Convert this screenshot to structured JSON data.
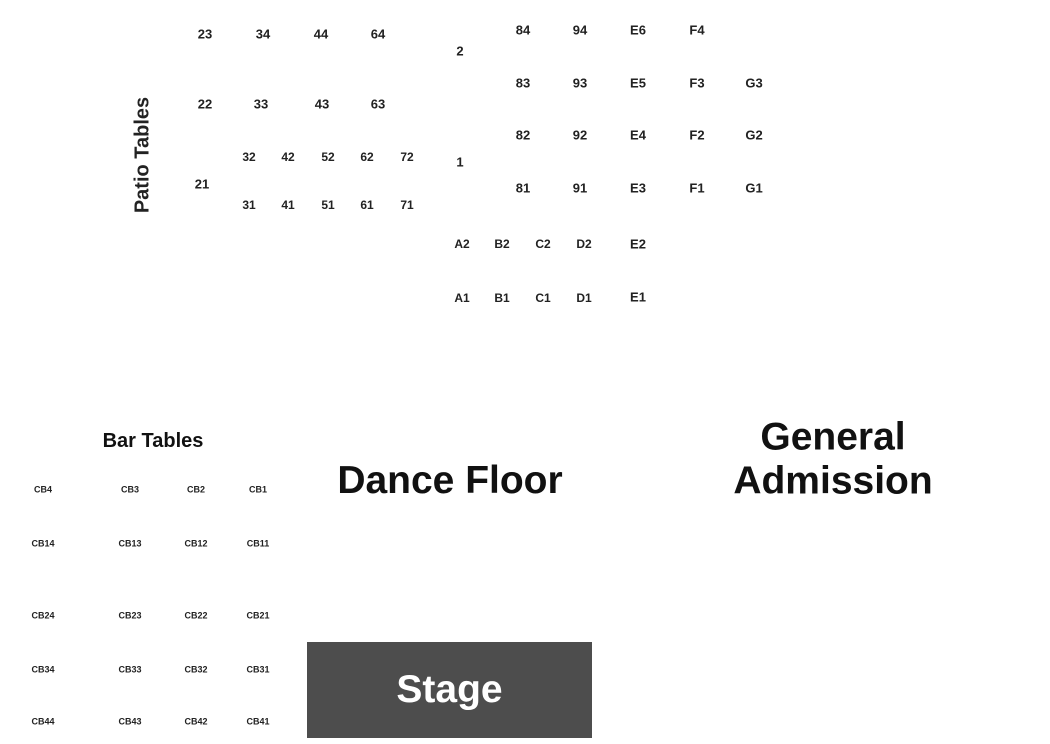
{
  "labels": {
    "patio_tables": "Patio Tables",
    "bar_tables": "Bar Tables",
    "dance_floor": "Dance Floor",
    "general_admission": "General Admission",
    "stage": "Stage"
  },
  "colors": {
    "stage_fill": "#4d4d4d",
    "stage_text": "#ffffff",
    "seat_text": "#222222"
  },
  "patio_tables": [
    "23",
    "34",
    "44",
    "64",
    "22",
    "33",
    "43",
    "63",
    "32",
    "42",
    "52",
    "62",
    "72",
    "21",
    "31",
    "41",
    "51",
    "61",
    "71"
  ],
  "center_tables": [
    "2",
    "1",
    "84",
    "94",
    "E6",
    "F4",
    "83",
    "93",
    "E5",
    "F3",
    "G3",
    "82",
    "92",
    "E4",
    "F2",
    "G2",
    "81",
    "91",
    "E3",
    "F1",
    "G1",
    "A2",
    "B2",
    "C2",
    "D2",
    "E2",
    "A1",
    "B1",
    "C1",
    "D1",
    "E1"
  ],
  "bar_tables": [
    "CB4",
    "CB3",
    "CB2",
    "CB1",
    "CB14",
    "CB13",
    "CB12",
    "CB11",
    "CB24",
    "CB23",
    "CB22",
    "CB21",
    "CB34",
    "CB33",
    "CB32",
    "CB31",
    "CB44",
    "CB43",
    "CB42",
    "CB41"
  ]
}
